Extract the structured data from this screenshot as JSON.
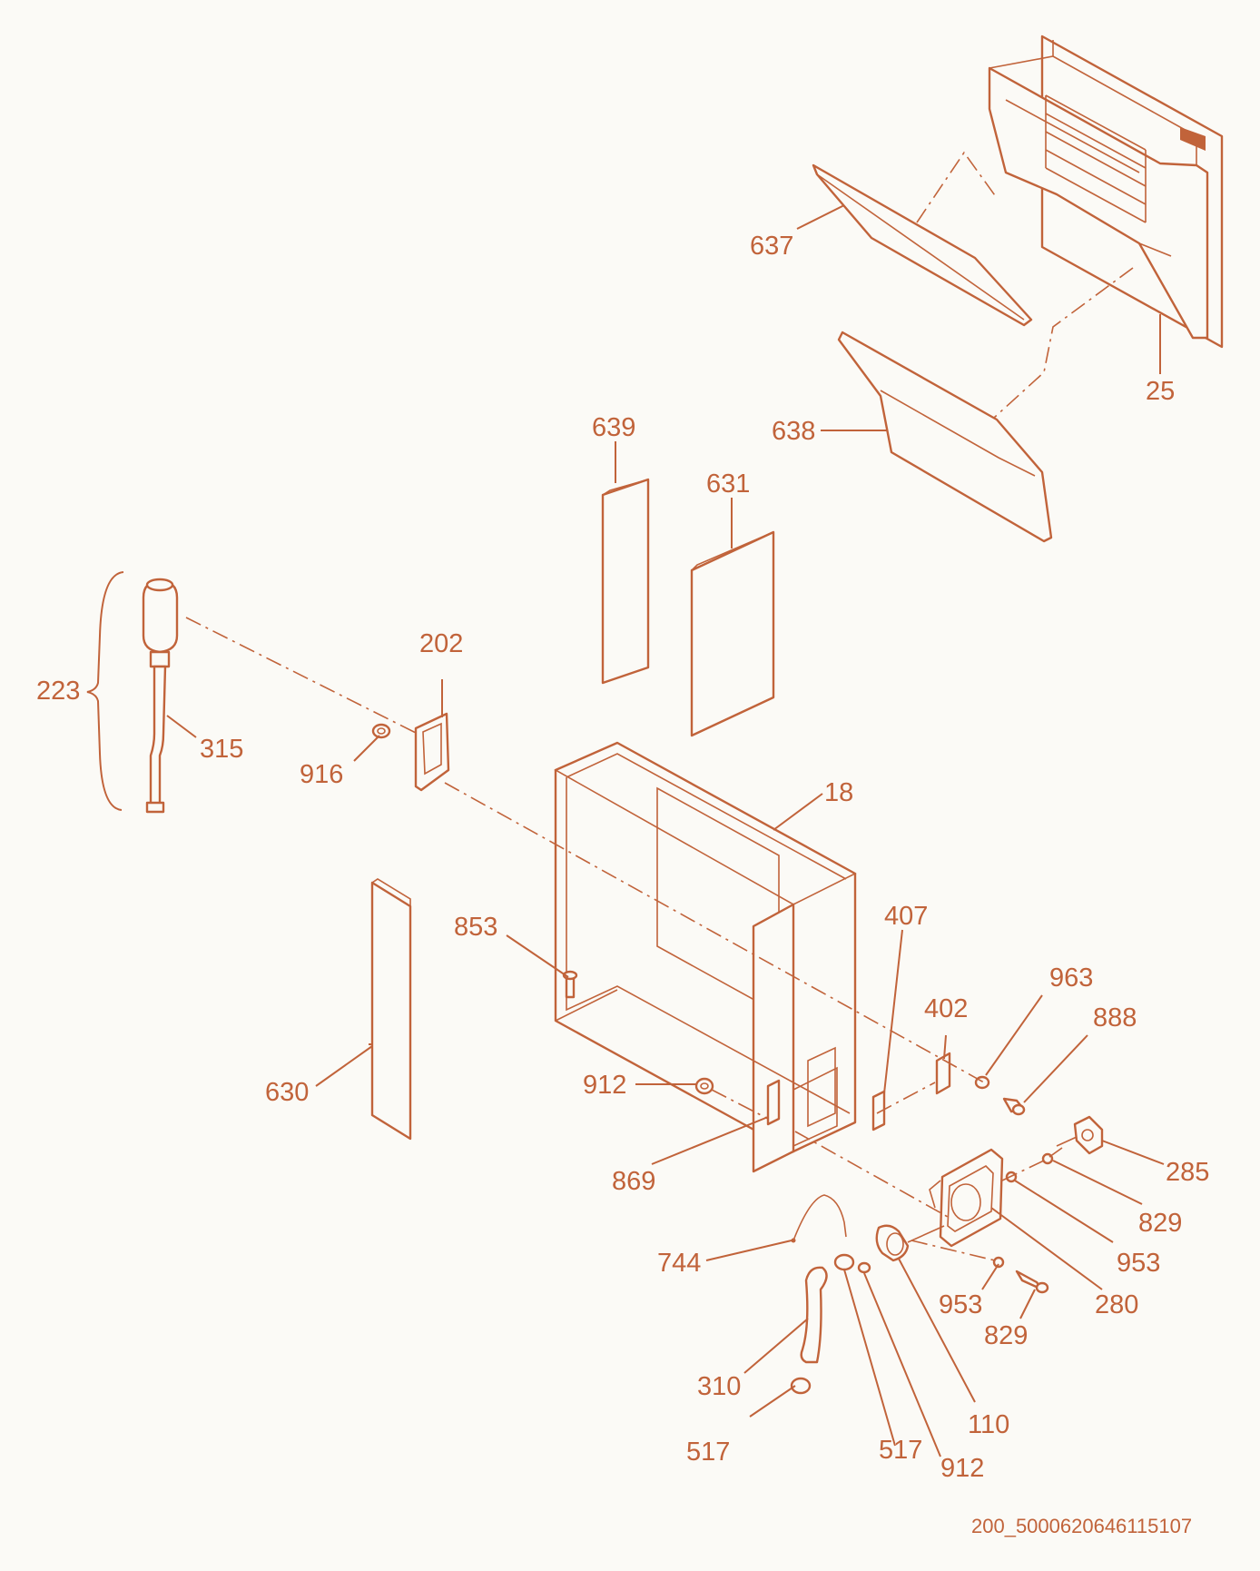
{
  "colors": {
    "line": "#c1633a",
    "background": "#fbfaf6"
  },
  "labels": {
    "p25": "25",
    "p637": "637",
    "p638": "638",
    "p639": "639",
    "p631": "631",
    "p202": "202",
    "p223": "223",
    "p315": "315",
    "p916": "916",
    "p18": "18",
    "p853": "853",
    "p630": "630",
    "p407": "407",
    "p402": "402",
    "p963": "963",
    "p888": "888",
    "p912a": "912",
    "p869": "869",
    "p285": "285",
    "p829a": "829",
    "p953a": "953",
    "p280": "280",
    "p744": "744",
    "p953b": "953",
    "p829b": "829",
    "p310": "310",
    "p517a": "517",
    "p110": "110",
    "p517b": "517",
    "p912b": "912"
  },
  "drawing_code": "200_5000620646115107"
}
